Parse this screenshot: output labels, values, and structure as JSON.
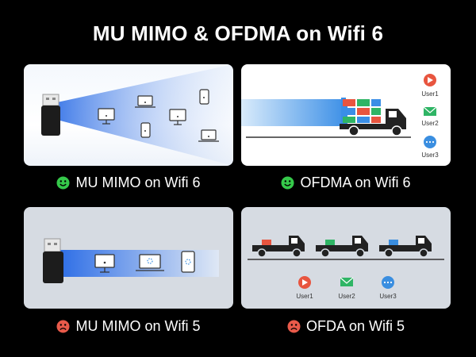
{
  "title": "MU MIMO & OFDMA on Wifi 6",
  "captions": {
    "top_left": "MU MIMO on Wifi 6",
    "top_right": "OFDMA on Wifi 6",
    "bottom_left": "MU MIMO on Wifi 5",
    "bottom_right": "OFDA on Wifi 5"
  },
  "ofdma_users": [
    "User1",
    "User2",
    "User3"
  ],
  "wifi5_users": [
    "User1",
    "User2",
    "User3"
  ],
  "icons": {
    "good": "smile-face-icon",
    "bad": "sad-face-icon"
  },
  "colors": {
    "good": "#35c94a",
    "bad": "#e95a4a",
    "beam": "#2f6fe6",
    "play": "#e8553f",
    "mail": "#2fb565",
    "chat": "#3a8ee0"
  }
}
